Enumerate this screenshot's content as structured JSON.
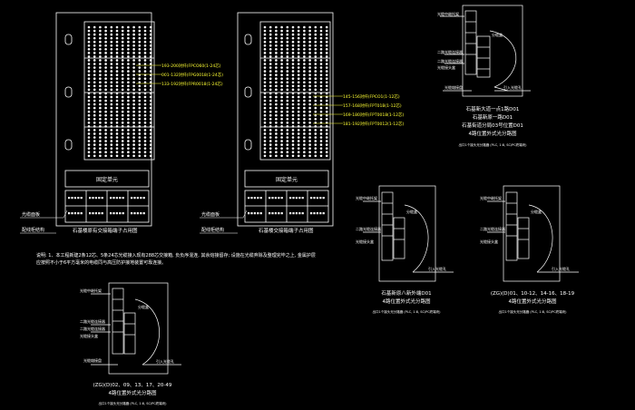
{
  "colors": {
    "line": "#ffffff",
    "label": "#ffffff",
    "highlight": "#ffff33",
    "background": "#000000"
  },
  "cabinet1": {
    "fixed_unit": "固定单元",
    "callouts": [
      "193-200对纤(FPCO60(1-24芯)",
      "001-132对纤(FPG0018(1-24芯)",
      "133-192对纤(FPR0018(1-24芯)"
    ],
    "label_left": "光缆面板",
    "label_bottom_left": "配线柜结构",
    "caption": "石基楼原有交接箱端子占用图"
  },
  "cabinet2": {
    "fixed_unit": "固定单元",
    "callouts": [
      "145-156对纤(FPCO1(1-12芯)",
      "157-168对纤(FPT01B(1-12芯)",
      "169-180对纤(FPT0018(1-12芯)",
      "181-192对纤(FPT0012(1-12芯)"
    ],
    "label_left": "光缆面板",
    "label_bottom_left": "配线柜结构",
    "caption": "石基楼交接箱端子占用图"
  },
  "note": "说明: 1、本工程新建2条12芯、5条24芯光缆接入现有288芯交接箱, 负负序混连, 其余熔接留存;    设施在光缆弃除及整理完毕之上, 金属护层应按照不小于6平方毫米的电缆同与高压防护接地装置可靠连接。",
  "diagram_tr": {
    "box_labels": [
      "光缆中继托架",
      "分缆盒",
      "二路光缆连接器",
      "二路光缆连接器",
      "光缆接头盒"
    ],
    "label_bottom": "引入光缆孔",
    "label_left": "光缆熔接盘",
    "titles": [
      "石基新大道一点1路D01",
      "石基新原一路D01",
      "石基街道分局03号位置D01",
      "4路位置外式光分路图"
    ],
    "subtitle": "出口1个接头光分路器 (PLC, 1:8, SC/PC终端块)"
  },
  "diagram_mr": {
    "box_labels": [
      "光缆中继托架",
      "分缆盒",
      "二路光缆连接器",
      "光缆接头盒"
    ],
    "label_bottom": "引入光缆孔",
    "titles": [
      "石基新原八新外端D01",
      "4路位置外式光分路图"
    ],
    "subtitle": "出口1个接头光分路器 (PLC, 1:8, SC/PC终端块)"
  },
  "diagram_rr": {
    "box_labels": [
      "光缆中继托架",
      "分缆盒",
      "二路光缆连接器",
      "光缆接头盒"
    ],
    "label_bottom": "引入光缆孔",
    "titles": [
      "(ZG)(D)01、10-12、14-16、18-19",
      "4路位置外式光分路图"
    ],
    "subtitle": "出口1个接头光分路器 (PLC, 1:8, SC/PC终端块)"
  },
  "diagram_bl": {
    "box_labels": [
      "光缆中继托架",
      "分缆盒",
      "二路光缆连接器",
      "二路光缆连接器",
      "光缆接头盒"
    ],
    "label_bottom": "引入光缆孔",
    "label_left": "光缆熔接盘",
    "titles": [
      "(ZG)(D)02、09、13、17、20-49",
      "4路位置外式光分路图"
    ],
    "subtitle": "出口1个接头光分路器 (PLC, 1:8, SC/PC终端块)"
  }
}
